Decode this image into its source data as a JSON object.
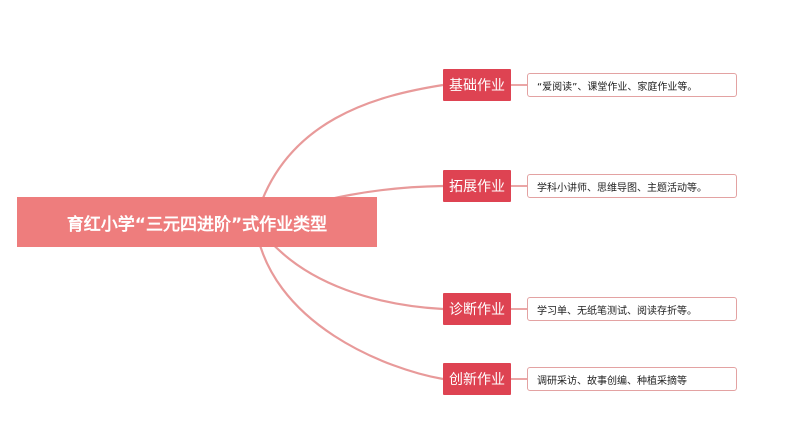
{
  "colors": {
    "root_fill": "#ee7d7d",
    "branch_fill": "#de4352",
    "link_stroke": "#e89a9a",
    "leaf_border": "#e3a2a2",
    "leaf_text": "#222222"
  },
  "root": {
    "label": "育红小学“三元四进阶”式作业类型"
  },
  "branches": [
    {
      "label": "基础作业",
      "detail": "“爱阅读”、课堂作业、家庭作业等。"
    },
    {
      "label": "拓展作业",
      "detail": "学科小讲师、思维导图、主题活动等。"
    },
    {
      "label": "诊断作业",
      "detail": "学习单、无纸笔测试、阅读存折等。"
    },
    {
      "label": "创新作业",
      "detail": "调研采访、故事创编、种植采摘等"
    }
  ]
}
